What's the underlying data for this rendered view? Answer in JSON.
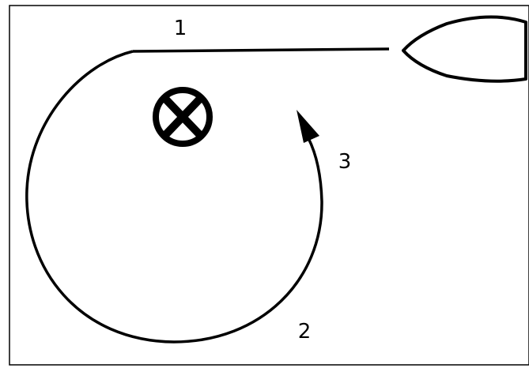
{
  "diagram": {
    "labels": {
      "step1": "1",
      "step2": "2",
      "step3": "3"
    },
    "icons": {
      "marker": "circled-x-marker-icon",
      "vessel": "boat-icon"
    },
    "colors": {
      "line": "#000000",
      "background": "#ffffff"
    }
  }
}
